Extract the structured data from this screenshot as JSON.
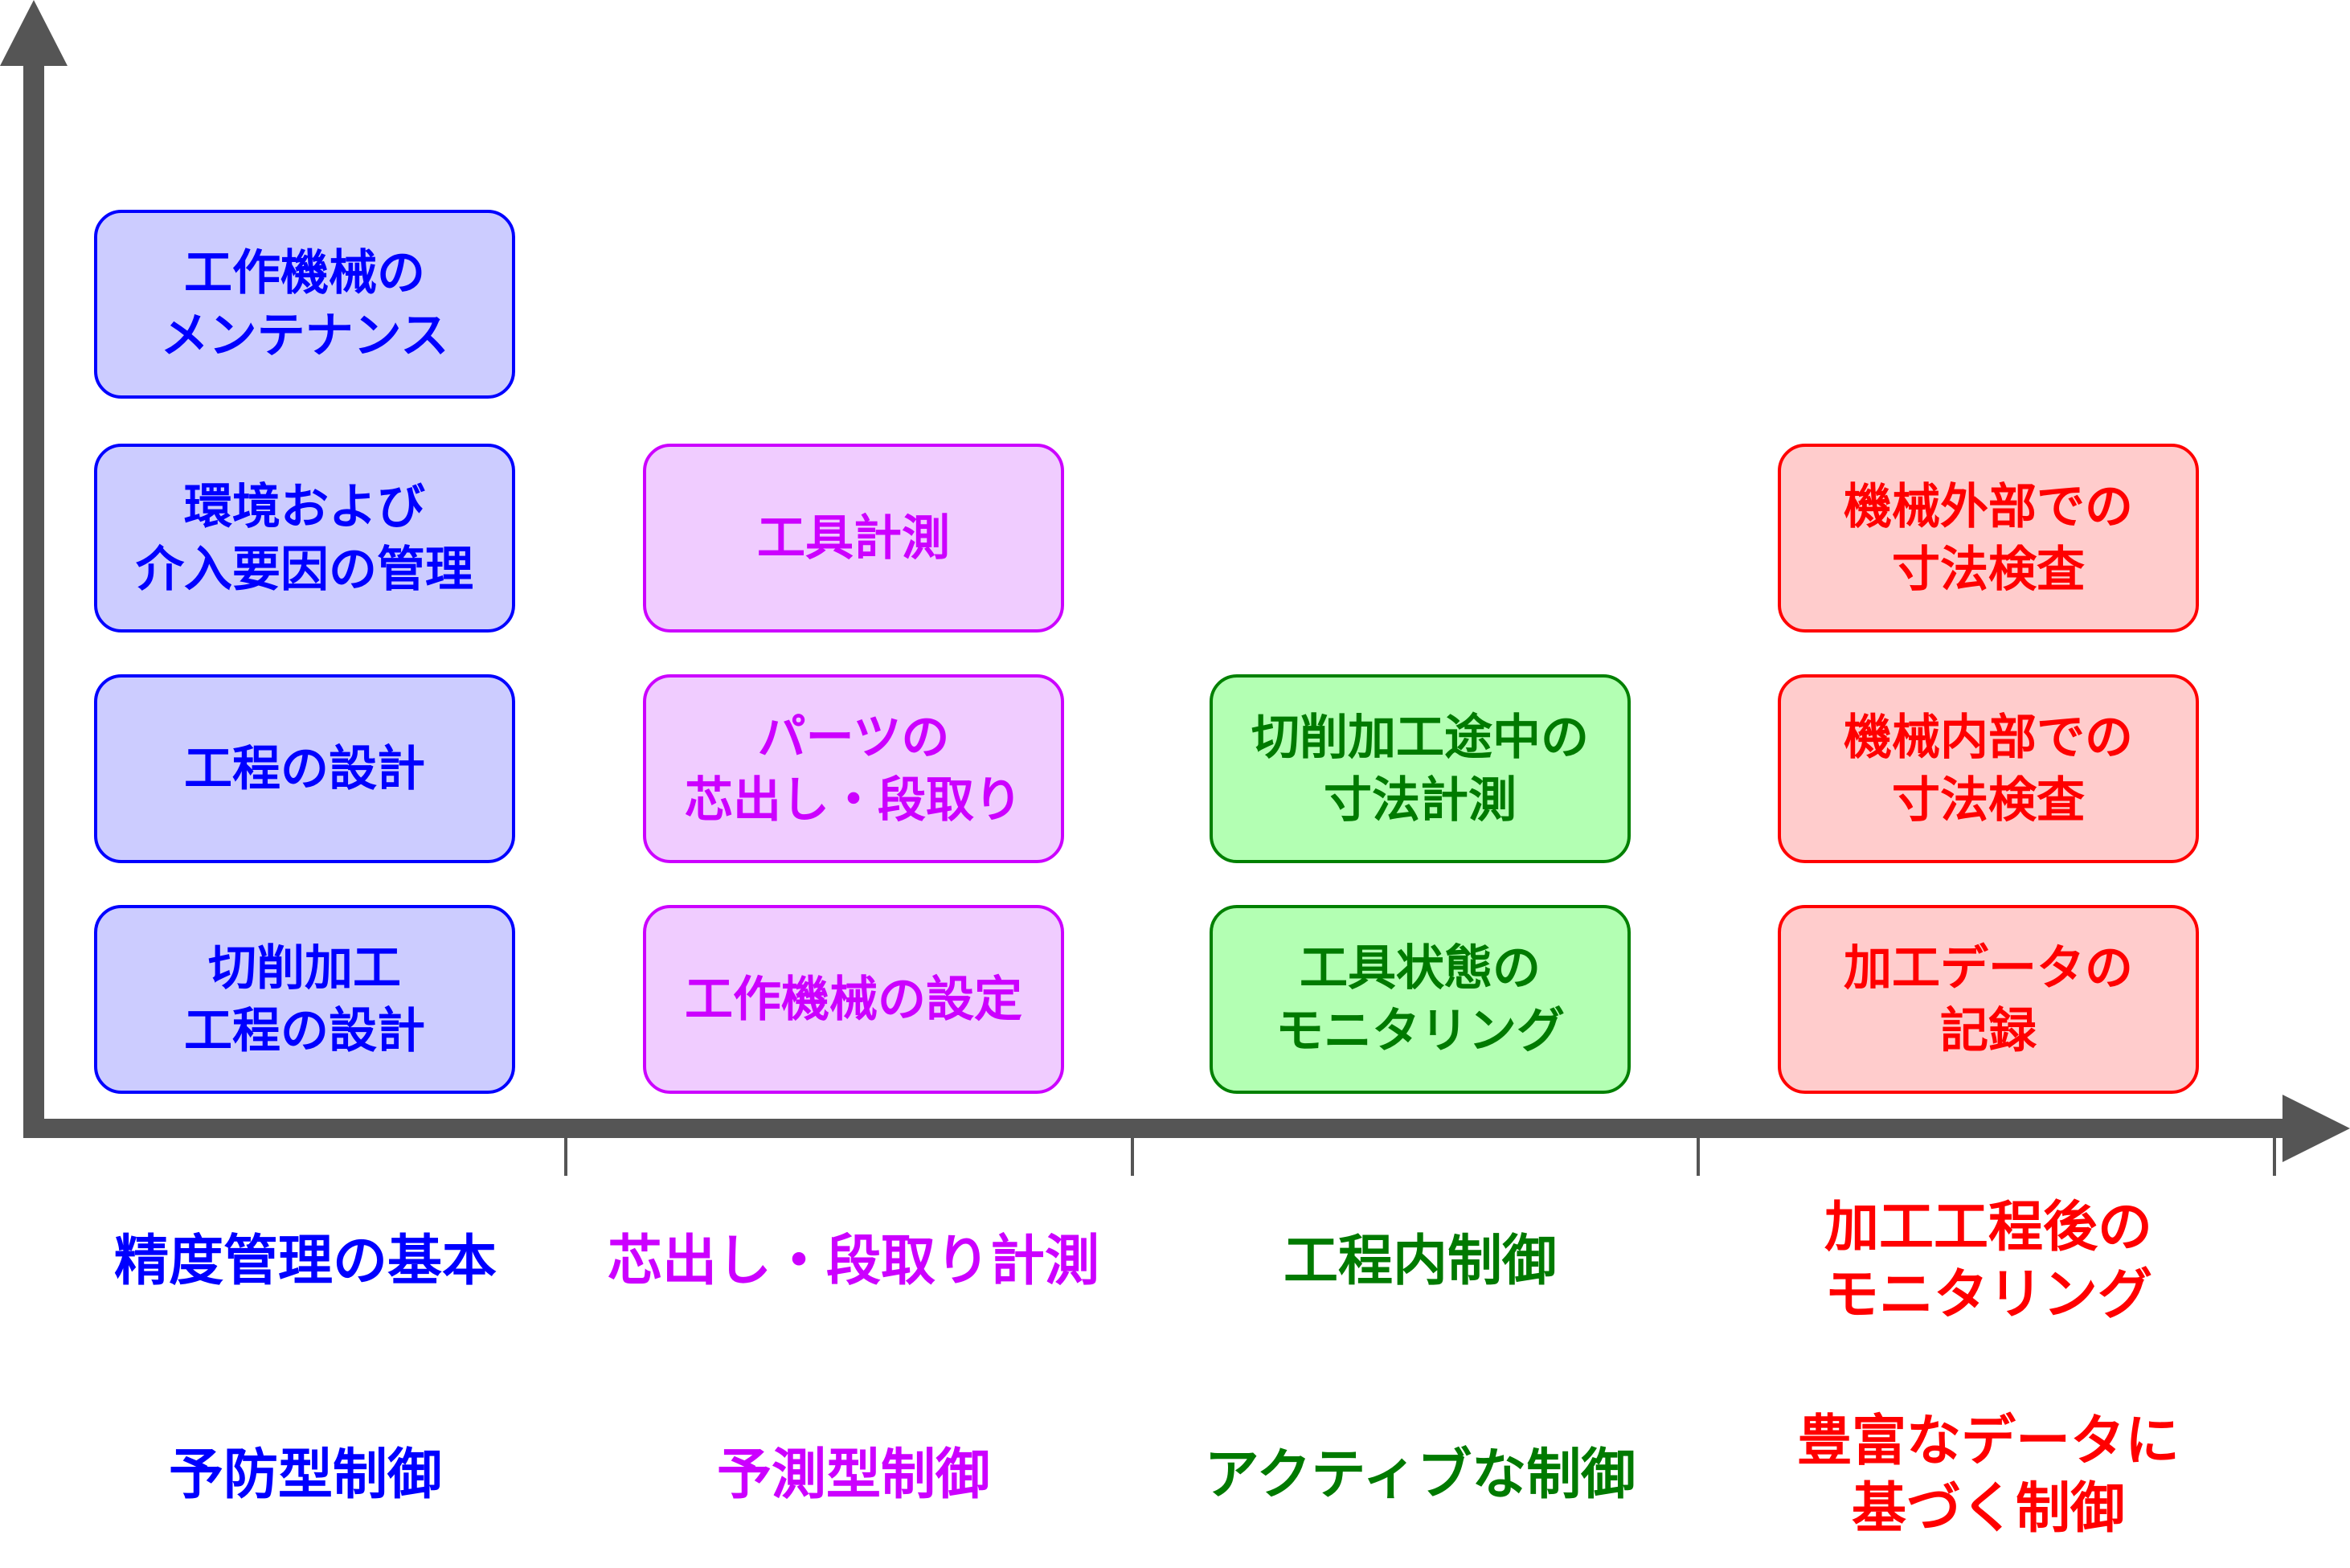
{
  "columns": [
    {
      "color": "#0000ff",
      "category": "精度管理の基本",
      "control": "予防型制御",
      "boxes": [
        "工作機械の\nメンテナンス",
        "環境および\n介入要因の管理",
        "工程の設計",
        "切削加工\n工程の設計"
      ]
    },
    {
      "color": "#cc00ff",
      "category": "芯出し・段取り計測",
      "control": "予測型制御",
      "boxes": [
        "工具計測",
        "パーツの\n芯出し・段取り",
        "工作機械の設定"
      ]
    },
    {
      "color": "#007a00",
      "category": "工程内制御",
      "control": "アクティブな制御",
      "boxes": [
        "切削加工途中の\n寸法計測",
        "工具状態の\nモニタリング"
      ]
    },
    {
      "color": "#ff0000",
      "category": "加工工程後の\nモニタリング",
      "control": "豊富なデータに\n基づく制御",
      "boxes": [
        "機械外部での\n寸法検査",
        "機械内部での\n寸法検査",
        "加工データの\n記録"
      ]
    }
  ]
}
